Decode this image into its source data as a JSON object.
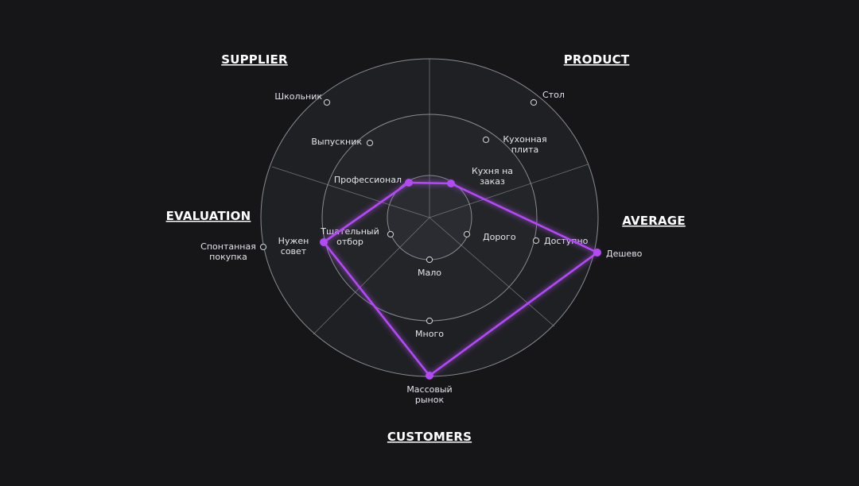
{
  "chart_data": {
    "type": "radar",
    "sectors": [
      {
        "name": "PRODUCT",
        "ticks": [
          "Кухня на заказ",
          "Кухонная плита",
          "Стол"
        ]
      },
      {
        "name": "AVERAGE",
        "ticks": [
          "Дорого",
          "Доступно",
          "Дешево"
        ]
      },
      {
        "name": "CUSTOMERS",
        "ticks": [
          "Мало",
          "Много",
          "Массовый рынок"
        ]
      },
      {
        "name": "EVALUATION",
        "ticks": [
          "Тщательный отбор",
          "Нужен совет",
          "Спонтанная покупка"
        ]
      },
      {
        "name": "SUPPLIER",
        "ticks": [
          "Профессионал",
          "Выпускник",
          "Школьник"
        ]
      }
    ],
    "series": [
      {
        "points": [
          {
            "sector": "PRODUCT",
            "value": "Кухня на заказ"
          },
          {
            "sector": "AVERAGE",
            "value": "Дешево"
          },
          {
            "sector": "CUSTOMERS",
            "value": "Массовый рынок"
          },
          {
            "sector": "EVALUATION",
            "value": "Нужен совет"
          },
          {
            "sector": "SUPPLIER",
            "value": "Профессионал"
          }
        ]
      }
    ],
    "colors": {
      "background": "#161619",
      "ring_inner": "#2a2c32",
      "ring_middle": "#242529",
      "ring_outer": "#1f2024",
      "gridline": "#8a8b92",
      "series": "#b04cf0"
    }
  }
}
